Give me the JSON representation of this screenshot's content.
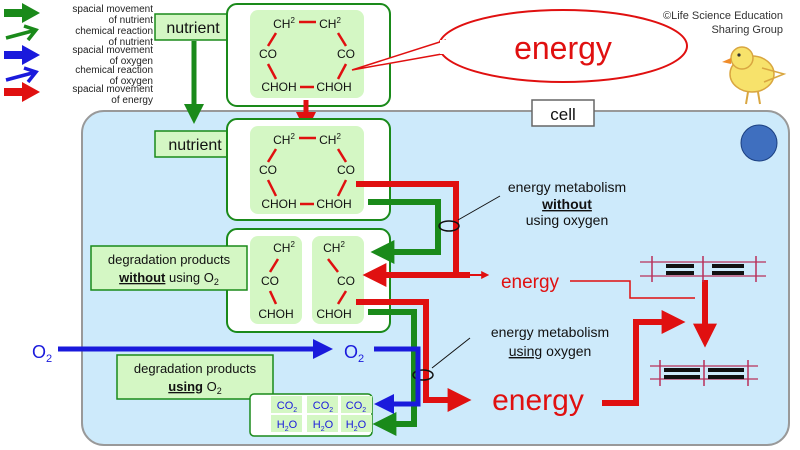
{
  "legend": [
    {
      "line1": "spacial movement",
      "line2": "of nutrient",
      "color": "#1a8a1a"
    },
    {
      "line1": "chemical reaction",
      "line2": "of nutrient",
      "color": "#1a8a1a"
    },
    {
      "line1": "spacial movement",
      "line2": "of oxygen",
      "color": "#1a1adc"
    },
    {
      "line1": "chemical reaction",
      "line2": "of oxygen",
      "color": "#1a1adc"
    },
    {
      "line1": "spacial movement",
      "line2": "of energy",
      "color": "#e01010"
    }
  ],
  "credit": {
    "line1": "©Life Science Education",
    "line2": "Sharing Group"
  },
  "cell_label": "cell",
  "nutrient_label": "nutrient",
  "nutrient_inside_label": "nutrient",
  "energy_bubble": "energy",
  "molecule": {
    "ch2a": "CH",
    "ch2b": "CH",
    "sub2": "2",
    "co": "CO",
    "chohl": "CHOH",
    "chohr": "CHOH"
  },
  "metabolism_no_o2": {
    "line1": "energy metabolism",
    "line2": "without",
    "line3": "using oxygen"
  },
  "metabolism_o2": {
    "line1": "energy metabolism",
    "line2a": "using",
    "line2b": "oxygen"
  },
  "deg_no_o2": {
    "line1": "degradation products",
    "line2a": "without",
    "line2b": " using O",
    "sub": "2"
  },
  "deg_o2": {
    "line1": "degradation products",
    "line2a": "using",
    "line2b": " O",
    "sub": "2"
  },
  "o2_left": {
    "main": "O",
    "sub": "2"
  },
  "o2_right": {
    "main": "O",
    "sub": "2"
  },
  "energy_small": "energy",
  "energy_big": "energy",
  "products": {
    "co": "CO",
    "h2o_a": "H",
    "h2o_b": "O",
    "sub": "2"
  },
  "colors": {
    "green": "#1a8a1a",
    "red": "#e01010",
    "blue": "#1a1adc",
    "cell_fill": "#cdeafb",
    "box_fill": "#d4f7c4"
  }
}
